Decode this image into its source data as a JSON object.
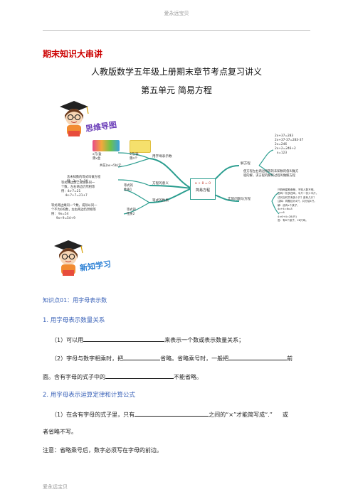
{
  "header": {
    "text": "爱永远宝贝"
  },
  "footer": {
    "text": "爱永远宝贝"
  },
  "title": {
    "main": "期末知识大串讲",
    "subtitle": "人教版数学五年级上册期末章节考点复习讲义",
    "unit": "第五单元  简易方程"
  },
  "mascot1": {
    "label": "思维导图"
  },
  "mascot2": {
    "label": "新知学习"
  },
  "colors": {
    "red": "#cc0000",
    "blue": "#3a62b8",
    "teal": "#2a9d8f"
  },
  "mindmap": {
    "center": {
      "badge": "a + 8 = 0",
      "title": "简易方程"
    },
    "branches": {
      "letters": "用字母表示数",
      "equation_meaning": "方程的意义",
      "equation_property": "等式的性质",
      "solve": "解方程",
      "apply": "实际问题与方程"
    },
    "notes": {
      "letters_a": "x元/盒\n需x盒",
      "letters_b": "5元/盒\n需a个",
      "letters_total": "共花(ax+5b)元",
      "meaning": "含未知数的等式叫做方程\n例：3x+7=36",
      "prop1": "等式两边加上或减去同一\n个数，左右两边仍然相等\n例：4x-7=21\n    4x-7+7=21+7",
      "prop1_label": "等式的\n性质1",
      "prop2": "等式两边乘同一个数，或除以同一\n个不为0的数，左右两边仍然相等\n例： 9x=54\n     9x÷9=54÷9",
      "prop2_label": "等式的\n性质2",
      "solve_steps": "2x+37=283\n2x+37-37=283-37\n2x=246\n2x÷2=246÷2\n  x=123",
      "solve_def": "使方程左右两边相等的未知数的值叫做方\n程的解，求方程的解的过程叫做解方程",
      "apply_text": "只剩两星期食粮，不知人数不明。\n四鸡一份多四鸡，半斤一份少半斤。\n试问当时共有多少只？各有几斤？\n注释：同题目为4只，共分给4只。\n解：设有x个孩子，\n4x+4=6x-8\n  x=6\n4×6+4=28(只)\n答：有6个孩子，28只鸡。"
    }
  },
  "knowledge": {
    "point_label": "知识点01：用字母表示数",
    "sec1": "1. 用字母表示数量关系",
    "line1_prefix": "（1）可以用",
    "line1_suffix": "来表示一个数或表示数量关系；",
    "line2_a": "（2）字母与数字相乘时，把",
    "line2_b": "省略。省略乘号时，一般把",
    "line2_c": "前",
    "line3_a": "面。含有字母的式子中的",
    "line3_b": "不能省略。",
    "sec2": "2. 用字母表示运算定律和计算公式",
    "line4_a": "（1）在含有字母的式子里，只有",
    "line4_b": "之间的“×”才能简写成“.”",
    "line4_c": "或",
    "line5": "者省略不写。",
    "note": "注意：省略乘号后，数字必须写在字母的前边。"
  }
}
